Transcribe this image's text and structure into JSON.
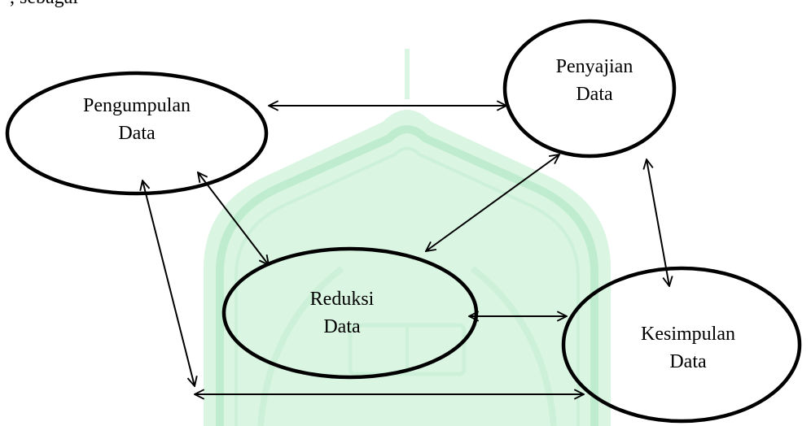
{
  "header_fragment": ", sebagai",
  "nodes": {
    "pengumpulan": {
      "line1": "Pengumpulan",
      "line2": "Data"
    },
    "penyajian": {
      "line1": "Penyajian",
      "line2": "Data"
    },
    "reduksi": {
      "line1": "Reduksi",
      "line2": "Data"
    },
    "kesimpulan": {
      "line1": "Kesimpulan",
      "line2": "Data"
    }
  },
  "colors": {
    "stroke": "#000000",
    "watermark": "#b9ebc9",
    "watermark_light": "#d7f4df"
  },
  "watermark_icon": "university-emblem-watermark"
}
